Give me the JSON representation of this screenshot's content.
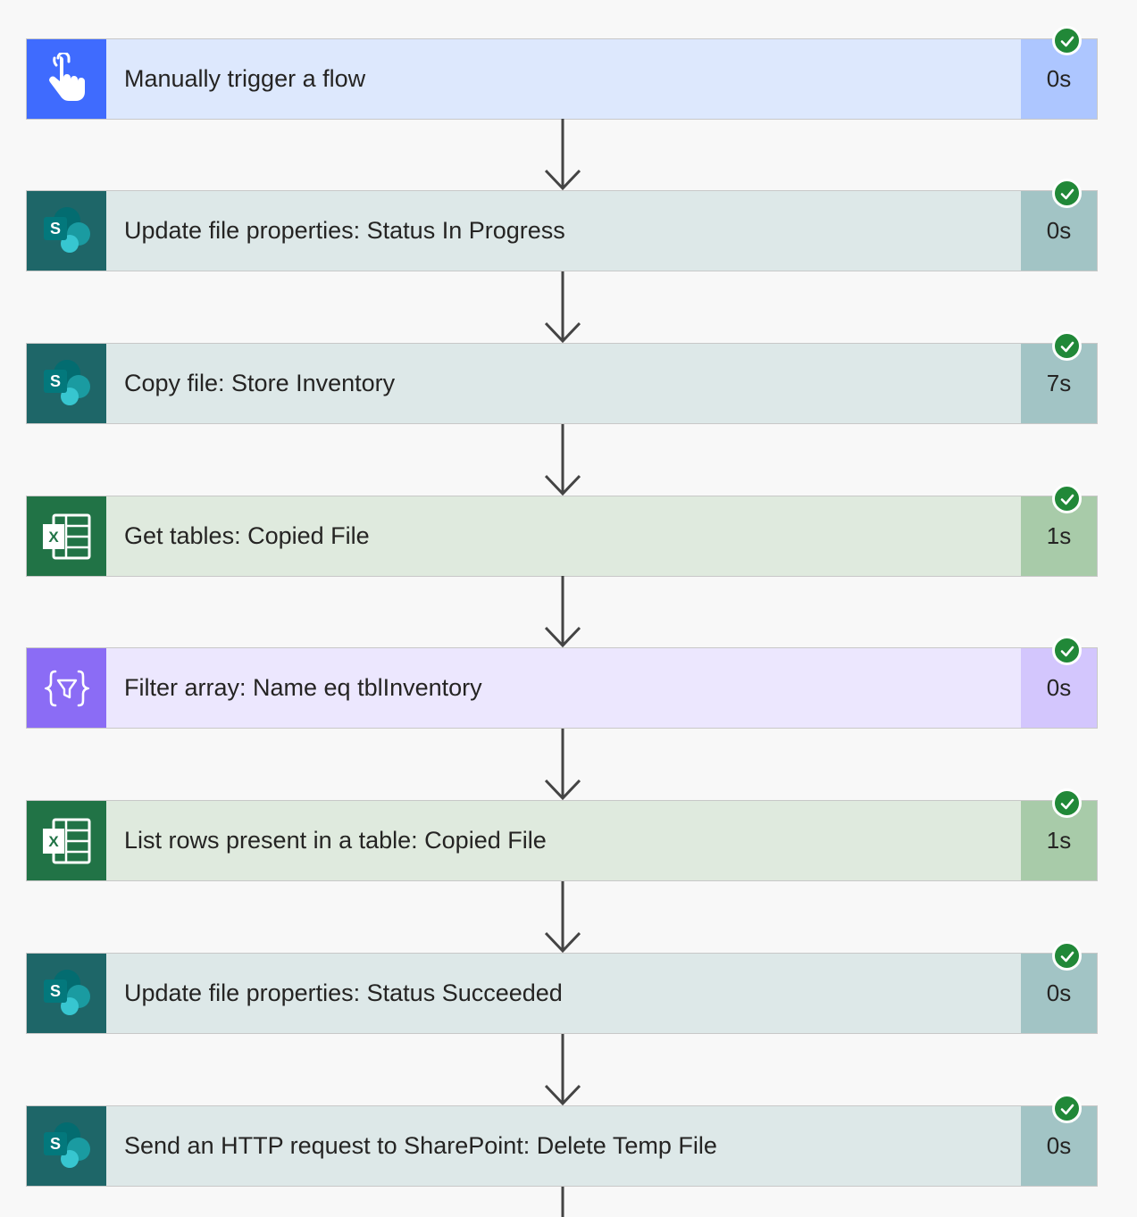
{
  "steps": [
    {
      "label": "Manually trigger a flow",
      "duration": "0s",
      "type": "trigger",
      "icon": "touch-trigger-icon",
      "status": "succeeded"
    },
    {
      "label": "Update file properties: Status In Progress",
      "duration": "0s",
      "type": "sharepoint",
      "icon": "sharepoint-icon",
      "status": "succeeded"
    },
    {
      "label": "Copy file: Store Inventory",
      "duration": "7s",
      "type": "sharepoint",
      "icon": "sharepoint-icon",
      "status": "succeeded"
    },
    {
      "label": "Get tables: Copied File",
      "duration": "1s",
      "type": "excel",
      "icon": "excel-icon",
      "status": "succeeded"
    },
    {
      "label": "Filter array: Name eq tblInventory",
      "duration": "0s",
      "type": "filter",
      "icon": "filter-array-icon",
      "status": "succeeded"
    },
    {
      "label": "List rows present in a table: Copied File",
      "duration": "1s",
      "type": "excel",
      "icon": "excel-icon",
      "status": "succeeded"
    },
    {
      "label": "Update file properties: Status Succeeded",
      "duration": "0s",
      "type": "sharepoint",
      "icon": "sharepoint-icon",
      "status": "succeeded"
    },
    {
      "label": "Send an HTTP request to SharePoint: Delete Temp File",
      "duration": "0s",
      "type": "sharepoint",
      "icon": "sharepoint-icon",
      "status": "succeeded"
    }
  ],
  "colors": {
    "success": "#218838",
    "trigger_accent": "#3f6bfe",
    "sharepoint_accent": "#1e6668",
    "excel_accent": "#217346",
    "filter_accent": "#8b6cf5",
    "connector": "#444444"
  }
}
